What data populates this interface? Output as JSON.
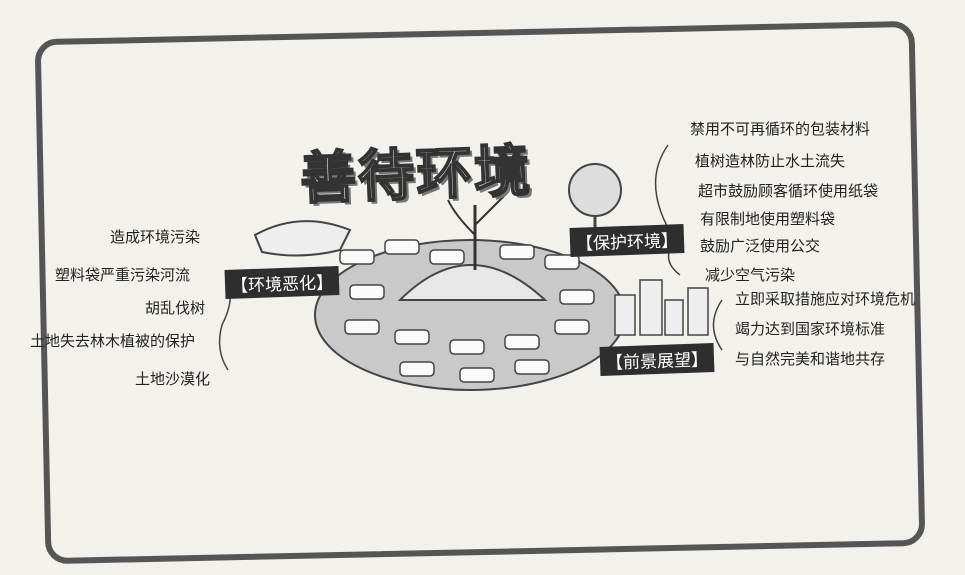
{
  "title": "善待环境",
  "branches": {
    "degradation": {
      "label": "【环境恶化】",
      "items": [
        "造成环境污染",
        "塑料袋严重污染河流",
        "胡乱伐树",
        "土地失去林木植被的保护",
        "土地沙漠化"
      ]
    },
    "protection": {
      "label": "【保护环境】",
      "items": [
        "禁用不可再循环的包装材料",
        "植树造林防止水土流失",
        "超市鼓励顾客循环使用纸袋",
        "有限制地使用塑料袋",
        "鼓励广泛使用公交",
        "减少空气污染"
      ]
    },
    "prospects": {
      "label": "【前景展望】",
      "items": [
        "立即采取措施应对环境危机",
        "竭力达到国家环境标准",
        "与自然完美和谐地共存"
      ]
    }
  }
}
